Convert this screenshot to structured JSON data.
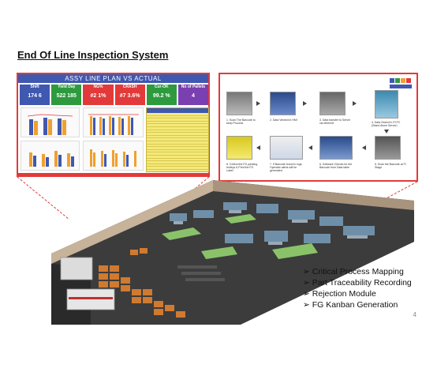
{
  "slide": {
    "title": "End Of Line Inspection System",
    "page_number": "4"
  },
  "dashboard": {
    "title": "ASSY LINE PLAN VS ACTUAL",
    "kpis": [
      {
        "label": "Shift",
        "value": "174  6",
        "color": "#3f58b0"
      },
      {
        "label": "Yield Day",
        "value": "522  185",
        "color": "#2e9a3e"
      },
      {
        "label": "NG%",
        "value": "#2   1%",
        "color": "#e23a3a"
      },
      {
        "label": "CRASH",
        "value": "#7  3.6%",
        "color": "#e23a3a"
      },
      {
        "label": "Cur-OK",
        "value": "99.2 %",
        "color": "#2e9a3e"
      },
      {
        "label": "No of Pallets",
        "value": "4",
        "color": "#7a3fb0"
      }
    ]
  },
  "process_steps": [
    {
      "caption": "1. Scan The Barcode to keep Process"
    },
    {
      "caption": "2. Data Viewed in HMI"
    },
    {
      "caption": "3. Data transfer to Server via ethernet"
    },
    {
      "caption": "4. Data Stored in PI PC (Stand Alone Server)"
    },
    {
      "caption": "8. Collect the FG packing trolleys & Print the FG Label"
    },
    {
      "caption": "7. If Barcode found in logs Operator alerts will be generated"
    },
    {
      "caption": "6. Software Checks for the Barcode from Data table"
    },
    {
      "caption": "5. Scan the Barcode at FI Stage"
    }
  ],
  "features": [
    "Critical Process Mapping",
    "Part Traceability Recording",
    "Rejection Module",
    "FG Kanban Generation"
  ],
  "colors": {
    "accent_red": "#e23a3a",
    "header_blue": "#3f58b0"
  }
}
